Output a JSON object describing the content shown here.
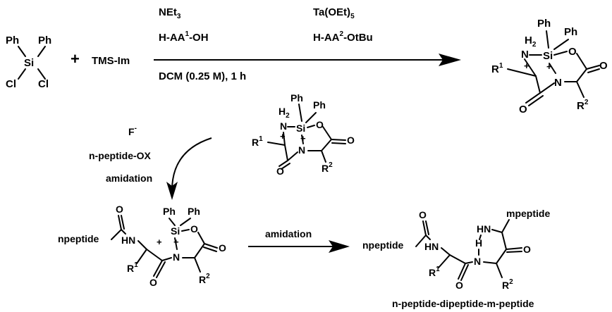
{
  "reagents": {
    "silane": {
      "ph_left": "Ph",
      "ph_right": "Ph",
      "si": "Si",
      "cl_left": "Cl",
      "cl_right": "Cl"
    },
    "plus": "+",
    "tms_im": "TMS-Im"
  },
  "step1": {
    "above_1": "NEt",
    "above_1_sub": "3",
    "above_2_pre": "H-AA",
    "above_2_sup": "1",
    "above_2_post": "-OH",
    "below": "DCM (0.25 M), 1 h"
  },
  "step2": {
    "above_1": "Ta(OEt)",
    "above_1_sub": "5",
    "above_2_pre": "H-AA",
    "above_2_sup": "2",
    "above_2_post": "-OtBu"
  },
  "intermediate": {
    "ph1": "Ph",
    "ph2": "Ph",
    "h2": "H",
    "h2_sub": "2",
    "n_top": "N",
    "n_bottom": "N",
    "si": "Si",
    "o": "O",
    "r1": "R",
    "r1_sup": "1",
    "r2": "R",
    "r2_sup": "2",
    "plus_n": "+",
    "plus_si": "+"
  },
  "step3": {
    "fluoride": "F",
    "fluoride_sup": "-",
    "reagent": "n-peptide-OX",
    "label": "amidation"
  },
  "adduct": {
    "npeptide": "npeptide",
    "hn": "HN",
    "ph1": "Ph",
    "ph2": "Ph",
    "si": "Si",
    "o_ring": "O",
    "o_carbonyl": "O",
    "o_amide": "O",
    "o_acyl": "O",
    "n": "N",
    "r1": "R",
    "r1_sup": "1",
    "r2": "R",
    "r2_sup": "2",
    "plus": "+"
  },
  "step4": {
    "label": "amidation"
  },
  "product": {
    "npeptide": "npeptide",
    "mpeptide": "mpeptide",
    "hn_top": "HN",
    "hn_ring": "HN",
    "h": "H",
    "n": "N",
    "o_acyl": "O",
    "o_ring": "O",
    "o_amide": "O",
    "r1": "R",
    "r1_sup": "1",
    "r2": "R",
    "r2_sup": "2",
    "caption": "n-peptide-dipeptide-m-peptide"
  }
}
